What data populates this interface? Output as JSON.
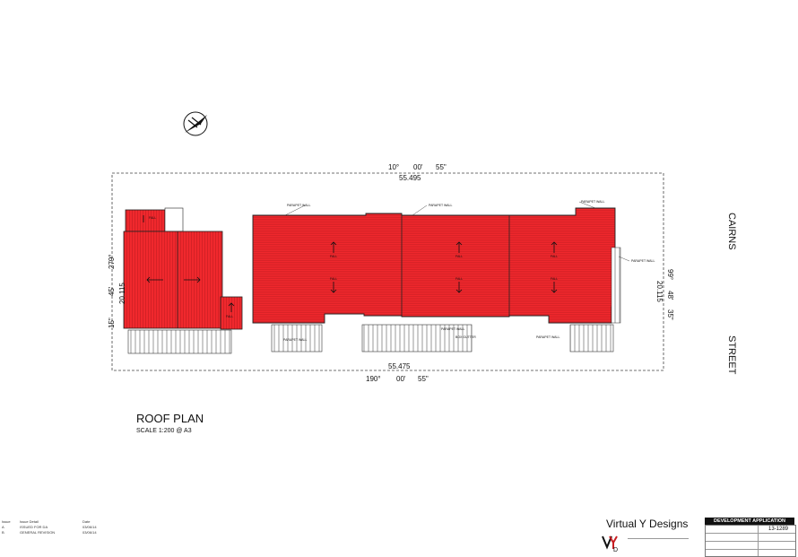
{
  "drawing": {
    "title": "ROOF PLAN",
    "scale": "SCALE 1:200 @ A3"
  },
  "dimensions": {
    "top_bearing": [
      "10°",
      "00'",
      "55\""
    ],
    "top_length": "55.495",
    "bottom_length": "55.475",
    "bottom_bearing": [
      "190°",
      "00'",
      "55\""
    ],
    "left_bearing": [
      "279°",
      "45'",
      "15\""
    ],
    "left_length": "20.115",
    "right_bearing": [
      "99°",
      "48'",
      "35\""
    ],
    "right_length": "20.115"
  },
  "street": {
    "word1": "CAIRNS",
    "word2": "STREET"
  },
  "roof_labels": {
    "fall": "FALL",
    "parapet_wall": "PARAPET WALL",
    "box_gutter": "BOX GUTTER"
  },
  "colors": {
    "roof_red": "#f0282d",
    "roof_dark": "#c81e22",
    "line": "#222222"
  },
  "title_block": {
    "company": "Virtual Y Designs",
    "logo_letters": "VYD",
    "stage": "DEVELOPMENT APPLICATION",
    "project_number": "13-1289",
    "issue_headers": [
      "Issue",
      "Issue Detail",
      "Date"
    ],
    "issues": [
      {
        "id": "A",
        "detail": "ISSUED FOR DA",
        "date": "03/06/14"
      },
      {
        "id": "B",
        "detail": "GENERAL REVISION",
        "date": "03/06/14"
      }
    ]
  }
}
